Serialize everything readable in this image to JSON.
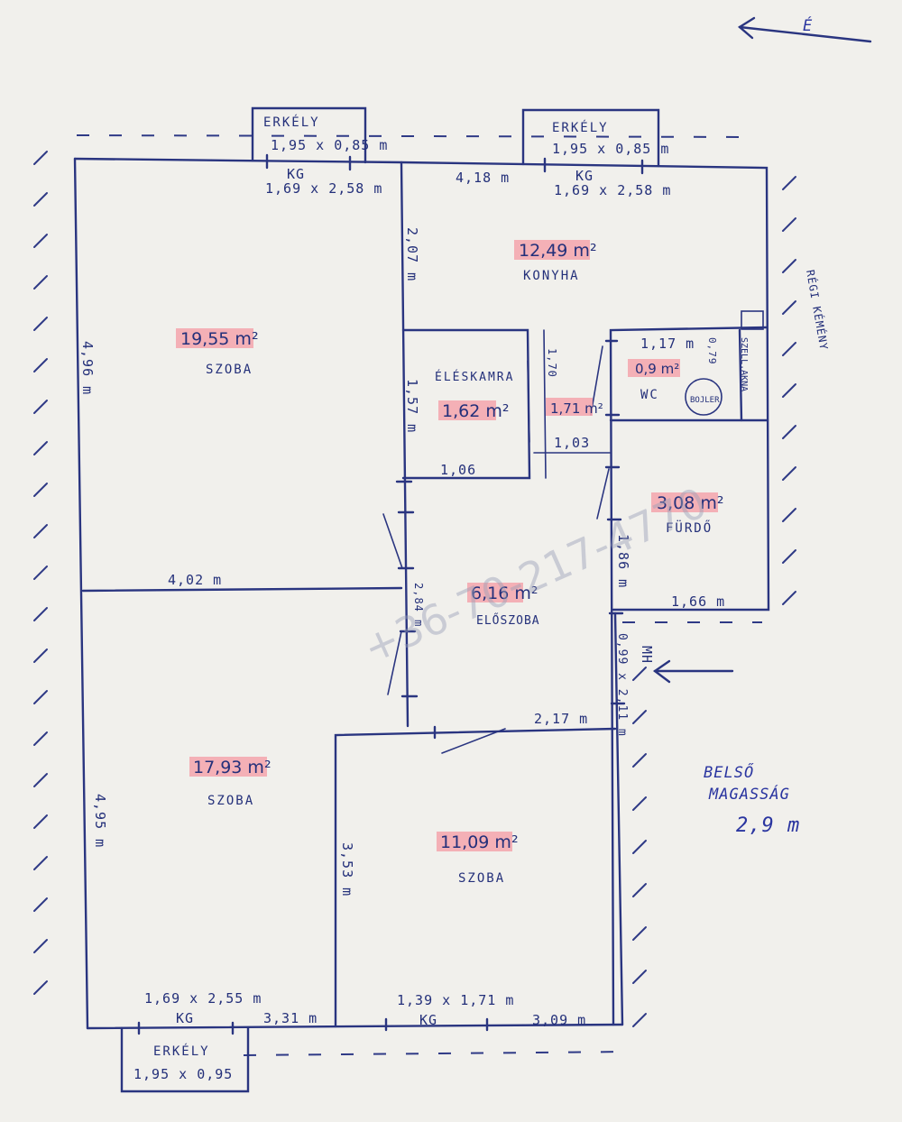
{
  "north": "É",
  "balconies": {
    "top_left": {
      "label": "ERKÉLY",
      "size": "1,95 x 0,85 m"
    },
    "top_right": {
      "label": "ERKÉLY",
      "size": "1,95 x 0,85 m"
    },
    "bottom": {
      "label": "ERKÉLY",
      "size": "1,95 x 0,95"
    }
  },
  "rooms": {
    "szoba1": {
      "area": "19,55 m²",
      "name": "SZOBA"
    },
    "konyha": {
      "area": "12,49 m²",
      "name": "KONYHA"
    },
    "eleskamra": {
      "area": "1,62 m²",
      "name": "ÉLÉSKAMRA"
    },
    "hall": {
      "area": "1,71 m²"
    },
    "wc": {
      "area": "0,9 m²",
      "name": "WC"
    },
    "furdo": {
      "area": "3,08 m²",
      "name": "FÜRDŐ"
    },
    "eloszoba": {
      "area": "6,16 m²",
      "name": "ELŐSZOBA"
    },
    "szoba2": {
      "area": "17,93 m²",
      "name": "SZOBA"
    },
    "szoba3": {
      "area": "11,09 m²",
      "name": "SZOBA"
    }
  },
  "labels": {
    "kg": "KG",
    "boiler": "BOJLER",
    "szell_akna": "SZELL.AKNA",
    "regi_kemeny": "RÉGI KÉMÉNY",
    "mh": "MH"
  },
  "dims": {
    "kg_top_left": "1,69 x 2,58 m",
    "kg_top_right": "1,69 x 2,58 m",
    "konyha_w": "4,18 m",
    "konyha_h": "2,07 m",
    "szoba1_h": "4,96 m",
    "szoba1_w": "4,02 m",
    "eles_h": "1,57 m",
    "eles_w": "1,06",
    "hall_h": "1,70",
    "hall_w": "1,03",
    "wc_w": "1,17 m",
    "wc_h": "0,79",
    "furdo_h": "1,86 m",
    "furdo_w": "1,66 m",
    "elo_h": "2,84 m",
    "door_size": "0,99 x 2,11 m",
    "szoba3_w": "2,17 m",
    "szoba3_h": "3,53 m",
    "szoba2_h": "4,95 m",
    "kg_bottom_left": "1,69 x 2,55 m",
    "kg_bottom_mid": "1,39 x 1,71 m",
    "bottom_w1": "3,31 m",
    "bottom_w2": "3,09 m"
  },
  "notes": {
    "belso": "BELSŐ",
    "magassag": "MAGASSÁG",
    "height": "2,9 m"
  },
  "watermark": "+36-70-217-4770"
}
